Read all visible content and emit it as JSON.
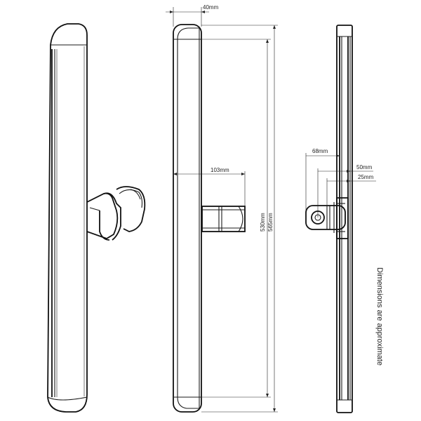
{
  "views": {
    "perspective": {},
    "front": {},
    "side": {}
  },
  "dimensions": {
    "width_top": "40mm",
    "holder_width": "103mm",
    "height_inner": "530mm",
    "height_overall": "565mm",
    "projection": "68mm",
    "offset_1": "50mm",
    "offset_2": "25mm"
  },
  "note": "Dimensions are approximate",
  "colors": {
    "line": "#111111",
    "background": "#ffffff"
  }
}
